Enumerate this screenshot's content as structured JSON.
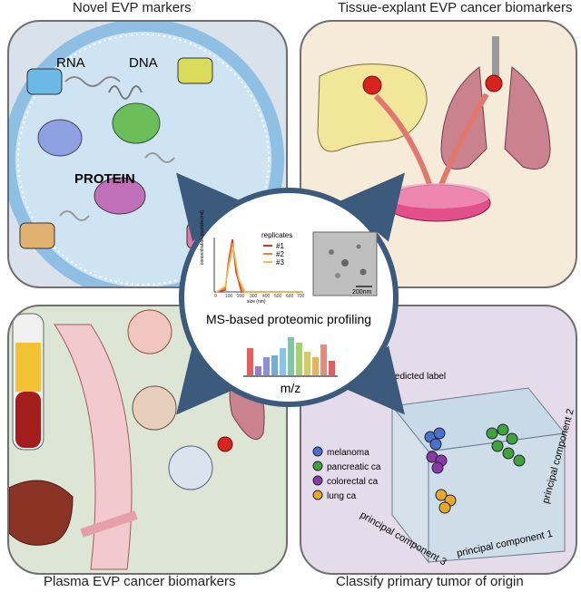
{
  "titles": {
    "top_left": "Novel EVP markers",
    "top_right": "Tissue-explant EVP cancer biomarkers",
    "bottom_left": "Plasma EVP cancer biomarkers",
    "bottom_right": "Classify primary tumor of origin"
  },
  "vesicle": {
    "rna": "RNA",
    "dna": "DNA",
    "protein": "PROTEIN"
  },
  "center": {
    "label": "MS-based proteomic profiling",
    "mz_label": "m/z",
    "nta_chart": {
      "legend_title": "replicates",
      "series": [
        "#1",
        "#2",
        "#3"
      ],
      "ylabel": "concentration (particles/ml)",
      "xlabel": "size (nm)",
      "xticks": [
        "0",
        "100",
        "200",
        "300",
        "400",
        "500",
        "600",
        "700"
      ]
    },
    "em_scale": "200nm"
  },
  "classifier": {
    "panel_title": "Predicted label",
    "legend": [
      {
        "label": "melanoma",
        "color": "#4a70c8"
      },
      {
        "label": "pancreatic ca",
        "color": "#3fa33a"
      },
      {
        "label": "colorectal ca",
        "color": "#8a3aa8"
      },
      {
        "label": "lung ca",
        "color": "#e8a82a"
      }
    ],
    "axes": {
      "pc1": "principal component 1",
      "pc2": "principal component 2",
      "pc3": "principal component 3"
    }
  },
  "colors": {
    "panel_tl": "#d9e1ea",
    "panel_tr": "#f6ead8",
    "panel_bl": "#dde6d4",
    "panel_br": "#e4dcea",
    "circle_border": "#3c5a7c",
    "arrow": "#3c5a7c"
  }
}
